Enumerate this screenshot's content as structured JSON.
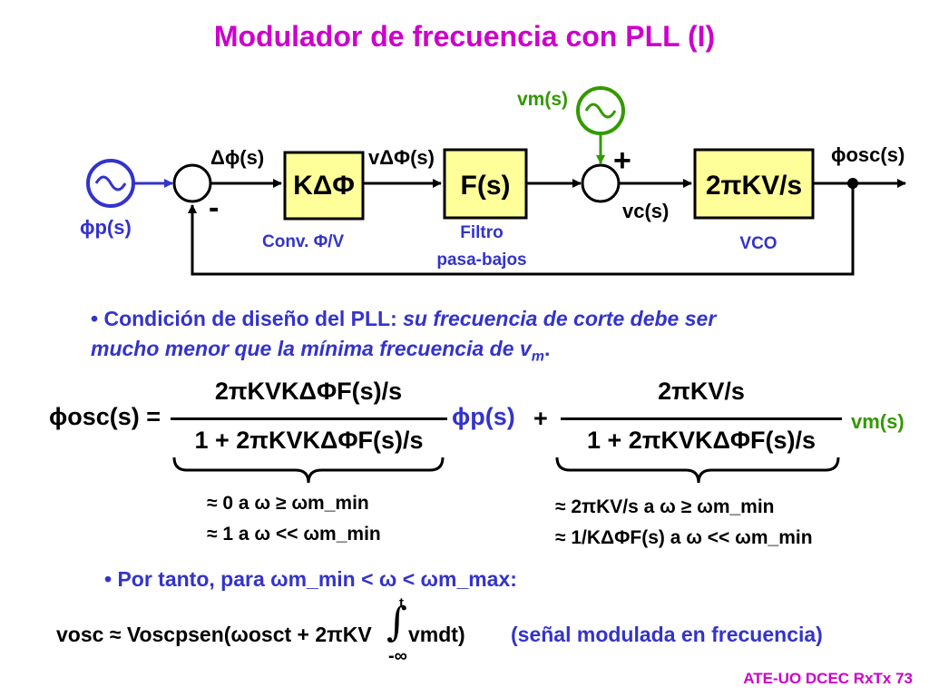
{
  "title": "Modulador de frecuencia con PLL (I)",
  "diagram": {
    "vm_input": "vm(s)",
    "phase_error": "Δϕ(s)",
    "v_phase": "vΔΦ(s)",
    "phi_osc": "ϕosc(s)",
    "phi_p": "ϕp(s)",
    "vc": "vc(s)",
    "block_kphi": "KΔΦ",
    "block_filter": "F(s)",
    "block_vco": "2πKV/s",
    "label_kphi": "Conv. Φ/V",
    "label_filter_1": "Filtro",
    "label_filter_2": "pasa-bajos",
    "label_vco": "VCO",
    "sign_plus": "+",
    "sign_minus": "-"
  },
  "bullet1": {
    "marker": "•",
    "lead": "Condición de diseño del PLL:",
    "italic_1": "su frecuencia de corte debe ser",
    "italic_2": "mucho menor que la mínima frecuencia de v",
    "italic_sub": "m",
    "end": "."
  },
  "equation": {
    "lhs": "ϕosc(s) =",
    "frac1_num": "2πKVKΔΦF(s)/s",
    "frac1_den": "1 + 2πKVKΔΦF(s)/s",
    "mid_phi": "ϕp(s)",
    "plus": "+",
    "frac2_num": "2πKV/s",
    "frac2_den": "1 + 2πKVKΔΦF(s)/s",
    "rhs_vm": "vm(s)",
    "approx_left_1": "≈ 0 a ω ≥ ωm_min",
    "approx_left_2": "≈ 1 a ω << ωm_min",
    "approx_right_1": "≈ 2πKV/s a ω ≥ ωm_min",
    "approx_right_2": "≈ 1/KΔΦF(s) a ω << ωm_min"
  },
  "bullet2": {
    "marker": "•",
    "text": "Por tanto, para ωm_min < ω < ωm_max:"
  },
  "final_eq": {
    "text": "vosc ≈ Voscpsen(ωosct + 2πKV",
    "integrand": "vmdt)",
    "upper": "t",
    "lower": "-∞",
    "note": "(señal modulada en frecuencia)"
  },
  "footer": "ATE-UO DCEC RxTx 73",
  "colors": {
    "title": "#cc00cc",
    "block_fill": "#ffff99",
    "blue": "#3333cc",
    "green": "#339900"
  }
}
